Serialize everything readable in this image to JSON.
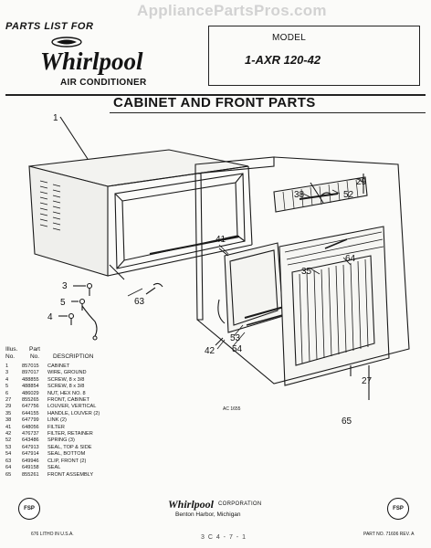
{
  "header": {
    "watermark": "ApplianceParts​Pros.com",
    "parts_list_for": "PARTS LIST FOR",
    "brand": "Whirlpool",
    "product": "AIR CONDITIONER",
    "model_label": "MODEL",
    "model_value": "1-AXR 120-42"
  },
  "section_title": "CABINET AND FRONT PARTS",
  "callouts": [
    "1",
    "3",
    "5",
    "4",
    "63",
    "41",
    "42",
    "53",
    "54",
    "35",
    "64",
    "38",
    "52",
    "29",
    "27",
    "65"
  ],
  "table": {
    "headers": {
      "col1": "Illus.\nNo.",
      "col2": "Part\nNo.",
      "col3": "DESCRIPTION"
    },
    "rows": [
      {
        "no": "1",
        "part": "857015",
        "desc": "CABINET"
      },
      {
        "no": "3",
        "part": "897017",
        "desc": "WIRE, GROUND"
      },
      {
        "no": "4",
        "part": "488855",
        "desc": "SCREW, 8 x 3/8"
      },
      {
        "no": "5",
        "part": "488854",
        "desc": "SCREW, 8 x 3/8"
      },
      {
        "no": "6",
        "part": "486029",
        "desc": "NUT, HEX NO. 8"
      },
      {
        "no": "27",
        "part": "855265",
        "desc": "FRONT, CABINET"
      },
      {
        "no": "29",
        "part": "647756",
        "desc": "LOUVER, VERTICAL"
      },
      {
        "no": "35",
        "part": "644155",
        "desc": "HANDLE, LOUVER (2)"
      },
      {
        "no": "38",
        "part": "647799",
        "desc": "LINK (2)"
      },
      {
        "no": "41",
        "part": "648056",
        "desc": "FILTER"
      },
      {
        "no": "42",
        "part": "476737",
        "desc": "FILTER, RETAINER"
      },
      {
        "no": "52",
        "part": "643486",
        "desc": "SPRING (3)"
      },
      {
        "no": "53",
        "part": "647913",
        "desc": "SEAL, TOP & SIDE"
      },
      {
        "no": "54",
        "part": "647914",
        "desc": "SEAL, BOTTOM"
      },
      {
        "no": "63",
        "part": "649946",
        "desc": "CLIP, FRONT (2)"
      },
      {
        "no": "64",
        "part": "649158",
        "desc": "SEAL"
      },
      {
        "no": "65",
        "part": "855261",
        "desc": "FRONT ASSEMBLY"
      }
    ]
  },
  "ref_code": "AC 1655",
  "fsp_badge": "FSP",
  "footer": {
    "brand": "Whirlpool",
    "corp": "CORPORATION",
    "city": "Benton Harbor, Michigan",
    "left_note": "676 LITHO IN U.S.A.",
    "part_no": "PART NO. 71606 REV. A",
    "center_mark": "3 C 4 - 7 - 1"
  }
}
